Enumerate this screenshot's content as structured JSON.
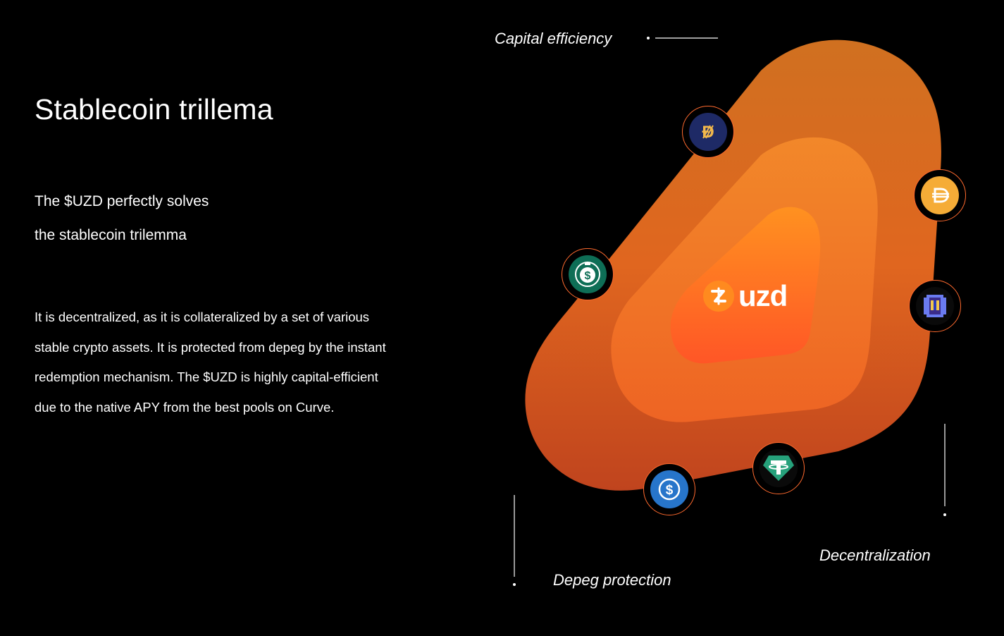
{
  "title": "Stablecoin trillema",
  "intro": {
    "line1": "The $UZD perfectly solves",
    "line2": "the stablecoin trilemma"
  },
  "description": "It is decentralized, as it is collateralized by a set of various\nstable crypto assets. It is protected from depeg by the instant\nredemption mechanism.   The  $UZD is highly capital-efficient\ndue to the native APY from the best pools on Curve.",
  "diagram": {
    "labels": {
      "capital_efficiency": "Capital efficiency",
      "depeg_protection": "Depeg protection",
      "decentralization": "Decentralization"
    },
    "center_logo_text": "uzd",
    "coins": [
      {
        "name": "dola-coin-icon",
        "color": "#1e2a66"
      },
      {
        "name": "dai-coin-icon",
        "color": "#f5ac37"
      },
      {
        "name": "gusd-coin-icon",
        "color": "#0e6e56"
      },
      {
        "name": "frax-coin-icon",
        "color": "#2b3bbf"
      },
      {
        "name": "usdt-coin-icon",
        "color": "#26a17b"
      },
      {
        "name": "usdc-coin-icon",
        "color": "#2775ca"
      }
    ],
    "colors": {
      "outer_top": "#d26c1b",
      "outer_bottom": "#c2451d",
      "middle": "#f47b22",
      "inner_top": "#ff8a1f",
      "inner_bottom": "#ff5a24"
    }
  }
}
